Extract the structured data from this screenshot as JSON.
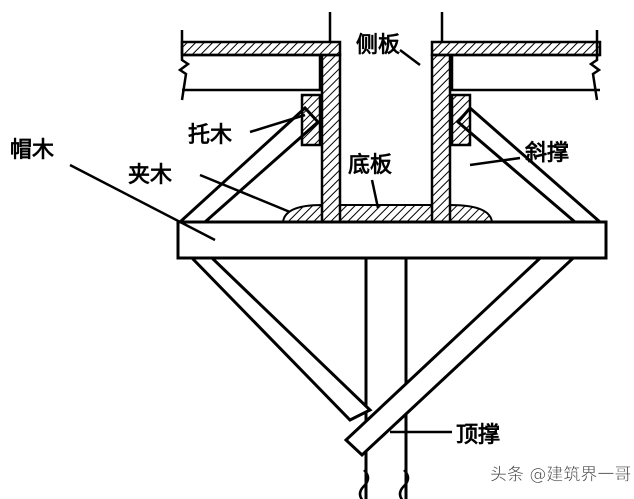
{
  "labels": {
    "side_plate": "侧板",
    "support_wood": "托木",
    "cap_wood": "帽木",
    "bottom_plate": "底板",
    "clamp_wood": "夹木",
    "diagonal_brace": "斜撑",
    "top_brace": "顶撑"
  },
  "watermark": "头条 @建筑界一哥"
}
